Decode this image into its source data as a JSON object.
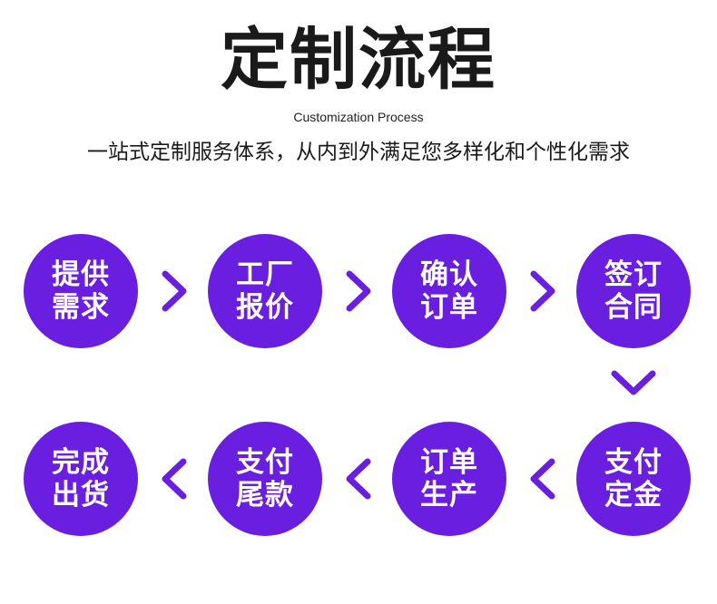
{
  "header": {
    "title": "定制流程",
    "subtitle_en": "Customization Process",
    "tagline": "一站式定制服务体系，从内到外满足您多样化和个性化需求"
  },
  "steps": [
    {
      "line1": "提供",
      "line2": "需求"
    },
    {
      "line1": "工厂",
      "line2": "报价"
    },
    {
      "line1": "确认",
      "line2": "订单"
    },
    {
      "line1": "签订",
      "line2": "合同"
    },
    {
      "line1": "支付",
      "line2": "定金"
    },
    {
      "line1": "订单",
      "line2": "生产"
    },
    {
      "line1": "支付",
      "line2": "尾款"
    },
    {
      "line1": "完成",
      "line2": "出货"
    }
  ],
  "icons": {
    "arrow_right": "chevron-right-icon",
    "arrow_down": "chevron-down-icon",
    "arrow_left": "chevron-left-icon"
  },
  "colors": {
    "accent": "#6a1fe0",
    "text": "#1a1a1a",
    "background": "#ffffff"
  }
}
